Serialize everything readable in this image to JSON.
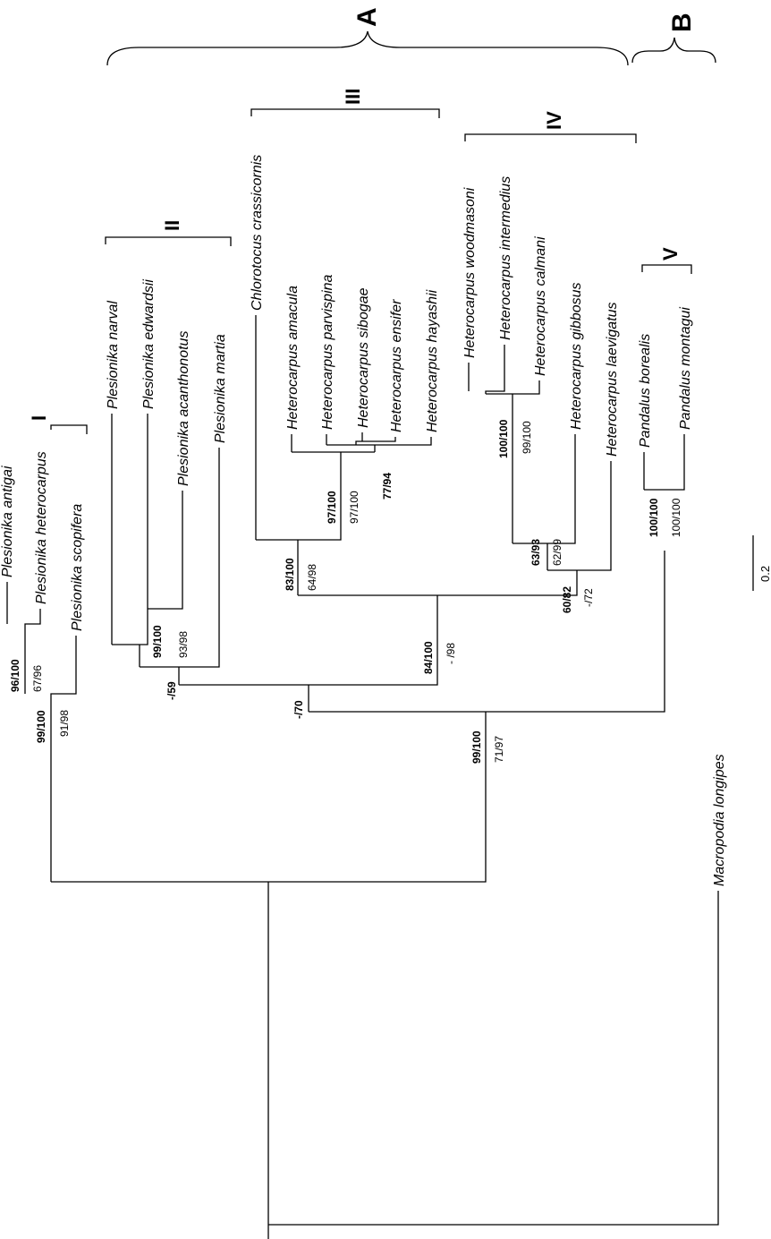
{
  "taxa": {
    "antigai": "Plesionika antigai",
    "heterocarpus_p": "Plesionika heterocarpus",
    "scopifera": "Plesionika scopifera",
    "narval": "Plesionika narval",
    "edwardsii": "Plesionika edwardsii",
    "acanthonotus": "Plesionika acanthonotus",
    "martia": "Plesionika martia",
    "chlorotocus": "Chlorotocus crassicornis",
    "amacula": "Heterocarpus amacula",
    "parvispina": "Heterocarpus parvispina",
    "sibogae": "Heterocarpus sibogae",
    "ensifer": "Heterocarpus ensifer",
    "hayashii": "Heterocarpus hayashii",
    "woodmasoni": "Heterocarpus woodmasoni",
    "intermedius": "Heterocarpus intermedius",
    "calmani": "Heterocarpus calmani",
    "gibbosus": "Heterocarpus gibbosus",
    "laevigatus": "Heterocarpus laevigatus",
    "borealis": "Pandalus borealis",
    "montagui": "Pandalus montagui",
    "macropodia": "Macropodia longipes"
  },
  "support": {
    "n1": {
      "a": "96/100",
      "b": "67/96"
    },
    "n2": {
      "a": "99/100",
      "b": "91/98"
    },
    "n3": {
      "a": "99/100",
      "b": "93/98"
    },
    "n4": {
      "a": "-/59"
    },
    "n5": {
      "a": "97/100",
      "b": "97/100"
    },
    "n6": {
      "a": "77/94"
    },
    "n7": {
      "a": "83/100",
      "b": "64/98"
    },
    "n8": {
      "a": "100/100",
      "b": "99/100"
    },
    "n9": {
      "a": "63/93",
      "b": "62/99"
    },
    "n10": {
      "a": "60/82",
      "b": "-/72"
    },
    "n11": {
      "a": "84/100",
      "b": "- /98"
    },
    "n12": {
      "a": "100/100",
      "b": "100/100"
    },
    "n13": {
      "a": "-/70"
    },
    "n14": {
      "a": "99/100",
      "b": "71/97"
    }
  },
  "clades": {
    "I": "I",
    "II": "II",
    "III": "III",
    "IV": "IV",
    "V": "V",
    "A": "A",
    "B": "B"
  },
  "scale_bar": "0.2"
}
